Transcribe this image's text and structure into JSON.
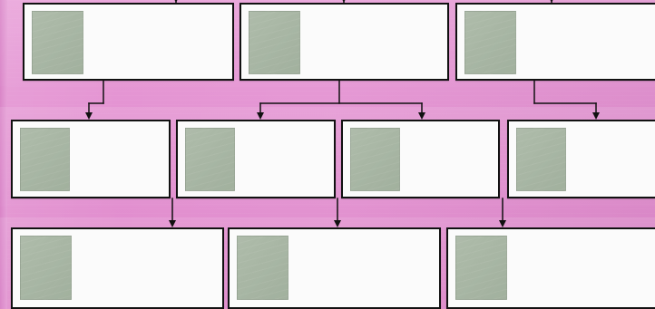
{
  "diagram": {
    "background_color": "#e38fd0",
    "node_fill": "#fbfbfb",
    "node_border": "#111111",
    "thumbnail_fill": "#a7b6a3",
    "connector_color": "#111111",
    "rows": {
      "top": [
        {
          "id": "top-1",
          "label": ""
        },
        {
          "id": "top-2",
          "label": ""
        },
        {
          "id": "top-3",
          "label": ""
        }
      ],
      "middle": [
        {
          "id": "middle-1",
          "label": ""
        },
        {
          "id": "middle-2",
          "label": ""
        },
        {
          "id": "middle-3",
          "label": ""
        },
        {
          "id": "middle-4",
          "label": ""
        }
      ],
      "bottom": [
        {
          "id": "bottom-1",
          "label": ""
        },
        {
          "id": "bottom-2",
          "label": ""
        },
        {
          "id": "bottom-3",
          "label": ""
        }
      ]
    },
    "connectors": [
      {
        "from": "top-1",
        "to": "middle-1"
      },
      {
        "from": "top-2",
        "to": "middle-2"
      },
      {
        "from": "top-2",
        "to": "middle-3"
      },
      {
        "from": "top-3",
        "to": "middle-4"
      },
      {
        "from": "middle-1",
        "to": "bottom-1"
      },
      {
        "from": "middle-2",
        "to": "bottom-2"
      },
      {
        "from": "middle-3",
        "to": "bottom-2"
      },
      {
        "from": "middle-4",
        "to": "bottom-3"
      }
    ]
  }
}
